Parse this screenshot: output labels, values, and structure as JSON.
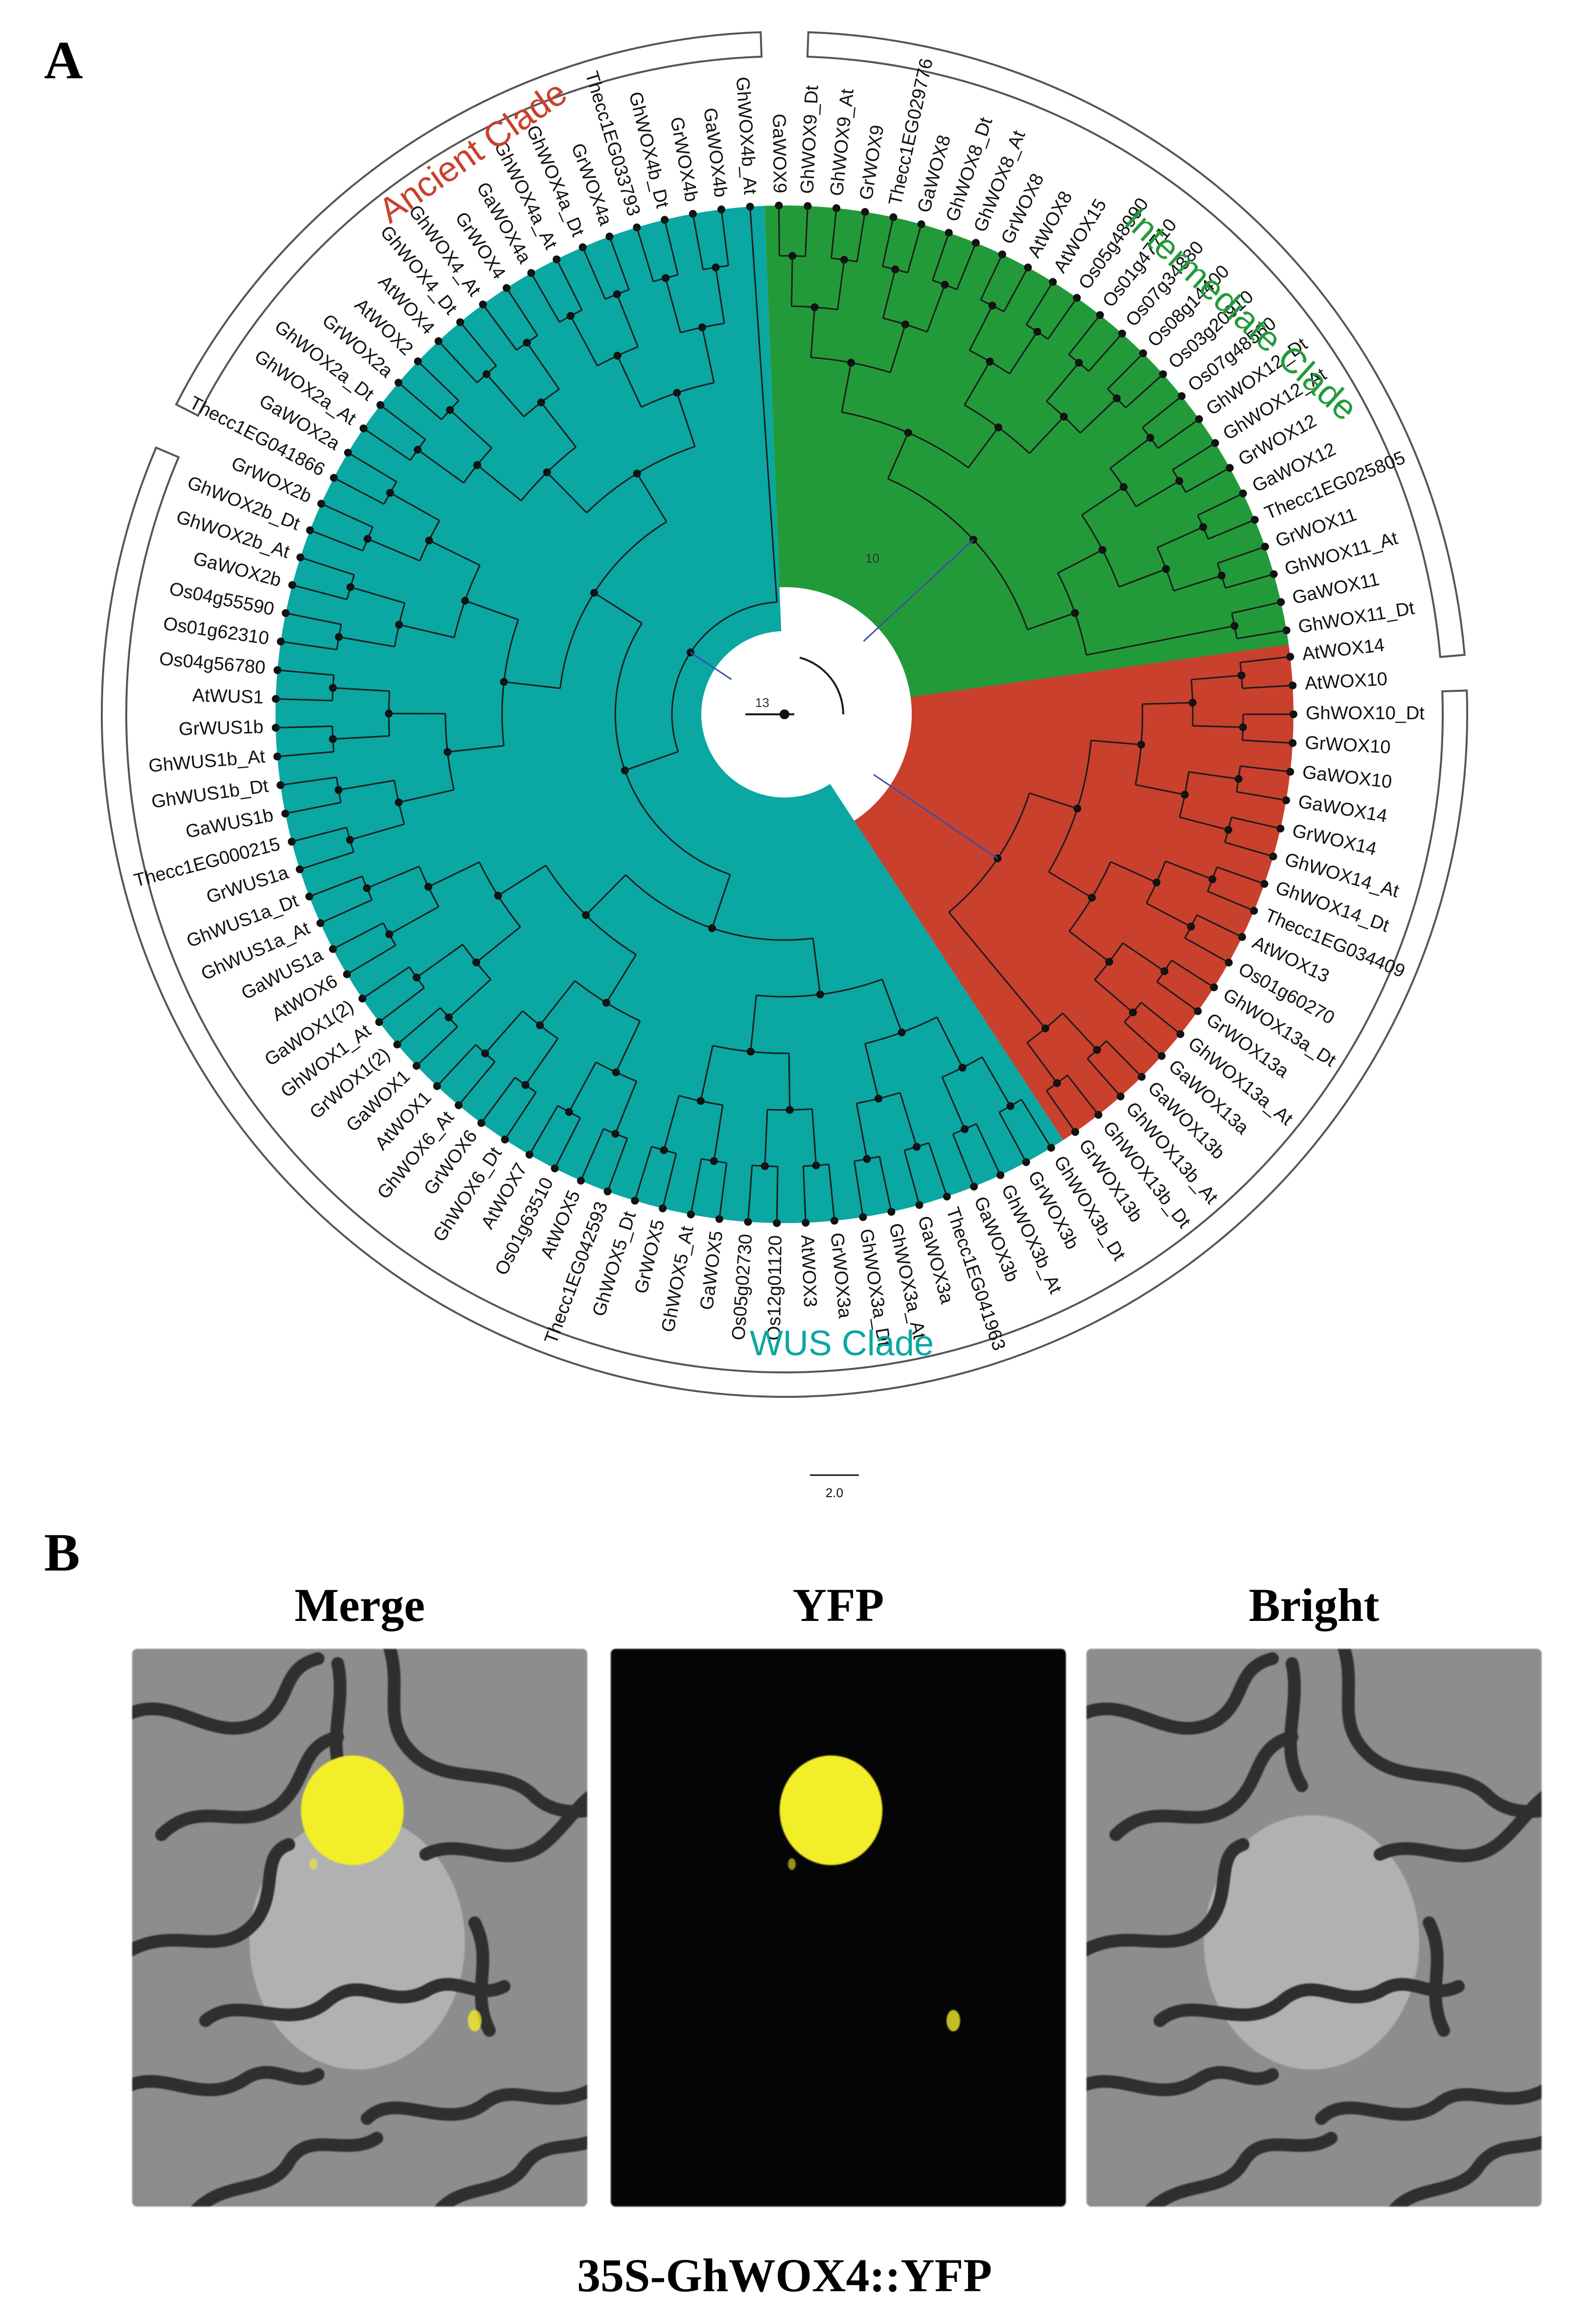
{
  "panel_a": {
    "letter": "A",
    "clades": [
      {
        "name": "Ancient Clade",
        "color": "#c9402d"
      },
      {
        "name": "Intermediate Clade",
        "color": "#239a3a"
      },
      {
        "name": "WUS Clade",
        "color": "#0aa7a3"
      }
    ],
    "root_label": "13",
    "split_label": "10",
    "scale_bar": "2.0",
    "taxa": [
      {
        "name": "AtWOX14",
        "clade": "ancient"
      },
      {
        "name": "AtWOX10",
        "clade": "ancient"
      },
      {
        "name": "GhWOX10_Dt",
        "clade": "ancient"
      },
      {
        "name": "GrWOX10",
        "clade": "ancient"
      },
      {
        "name": "GaWOX10",
        "clade": "ancient"
      },
      {
        "name": "GaWOX14",
        "clade": "ancient"
      },
      {
        "name": "GrWOX14",
        "clade": "ancient"
      },
      {
        "name": "GhWOX14_At",
        "clade": "ancient"
      },
      {
        "name": "GhWOX14_Dt",
        "clade": "ancient"
      },
      {
        "name": "Thecc1EG034409",
        "clade": "ancient"
      },
      {
        "name": "AtWOX13",
        "clade": "ancient"
      },
      {
        "name": "Os01g60270",
        "clade": "ancient"
      },
      {
        "name": "GhWOX13a_Dt",
        "clade": "ancient"
      },
      {
        "name": "GrWOX13a",
        "clade": "ancient"
      },
      {
        "name": "GhWOX13a_At",
        "clade": "ancient"
      },
      {
        "name": "GaWOX13a",
        "clade": "ancient"
      },
      {
        "name": "GaWOX13b",
        "clade": "ancient"
      },
      {
        "name": "GhWOX13b_At",
        "clade": "ancient"
      },
      {
        "name": "GhWOX13b_Dt",
        "clade": "ancient"
      },
      {
        "name": "GrWOX13b",
        "clade": "ancient"
      },
      {
        "name": "GhWOX3b_Dt",
        "clade": "wus"
      },
      {
        "name": "GrWOX3b",
        "clade": "wus"
      },
      {
        "name": "GhWOX3b_At",
        "clade": "wus"
      },
      {
        "name": "GaWOX3b",
        "clade": "wus"
      },
      {
        "name": "Thecc1EG041963",
        "clade": "wus"
      },
      {
        "name": "GaWOX3a",
        "clade": "wus"
      },
      {
        "name": "GhWOX3a_At",
        "clade": "wus"
      },
      {
        "name": "GhWOX3a_Dt",
        "clade": "wus"
      },
      {
        "name": "GrWOX3a",
        "clade": "wus"
      },
      {
        "name": "AtWOX3",
        "clade": "wus"
      },
      {
        "name": "Os12g01120",
        "clade": "wus"
      },
      {
        "name": "Os05g02730",
        "clade": "wus"
      },
      {
        "name": "GaWOX5",
        "clade": "wus"
      },
      {
        "name": "GhWOX5_At",
        "clade": "wus"
      },
      {
        "name": "GrWOX5",
        "clade": "wus"
      },
      {
        "name": "GhWOX5_Dt",
        "clade": "wus"
      },
      {
        "name": "Thecc1EG042593",
        "clade": "wus"
      },
      {
        "name": "AtWOX5",
        "clade": "wus"
      },
      {
        "name": "Os01g63510",
        "clade": "wus"
      },
      {
        "name": "AtWOX7",
        "clade": "wus"
      },
      {
        "name": "GhWOX6_Dt",
        "clade": "wus"
      },
      {
        "name": "GrWOX6",
        "clade": "wus"
      },
      {
        "name": "GhWOX6_At",
        "clade": "wus"
      },
      {
        "name": "AtWOX1",
        "clade": "wus"
      },
      {
        "name": "GaWOX1",
        "clade": "wus"
      },
      {
        "name": "GrWOX1(2)",
        "clade": "wus"
      },
      {
        "name": "GhWOX1_At",
        "clade": "wus"
      },
      {
        "name": "GaWOX1(2)",
        "clade": "wus"
      },
      {
        "name": "AtWOX6",
        "clade": "wus"
      },
      {
        "name": "GaWUS1a",
        "clade": "wus"
      },
      {
        "name": "GhWUS1a_At",
        "clade": "wus"
      },
      {
        "name": "GhWUS1a_Dt",
        "clade": "wus"
      },
      {
        "name": "GrWUS1a",
        "clade": "wus"
      },
      {
        "name": "Thecc1EG000215",
        "clade": "wus"
      },
      {
        "name": "GaWUS1b",
        "clade": "wus"
      },
      {
        "name": "GhWUS1b_Dt",
        "clade": "wus"
      },
      {
        "name": "GhWUS1b_At",
        "clade": "wus"
      },
      {
        "name": "GrWUS1b",
        "clade": "wus"
      },
      {
        "name": "AtWUS1",
        "clade": "wus"
      },
      {
        "name": "Os04g56780",
        "clade": "wus"
      },
      {
        "name": "Os01g62310",
        "clade": "wus"
      },
      {
        "name": "Os04g55590",
        "clade": "wus"
      },
      {
        "name": "GaWOX2b",
        "clade": "wus"
      },
      {
        "name": "GhWOX2b_At",
        "clade": "wus"
      },
      {
        "name": "GhWOX2b_Dt",
        "clade": "wus"
      },
      {
        "name": "GrWOX2b",
        "clade": "wus"
      },
      {
        "name": "Thecc1EG041866",
        "clade": "wus"
      },
      {
        "name": "GaWOX2a",
        "clade": "wus"
      },
      {
        "name": "GhWOX2a_At",
        "clade": "wus"
      },
      {
        "name": "GhWOX2a_Dt",
        "clade": "wus"
      },
      {
        "name": "GrWOX2a",
        "clade": "wus"
      },
      {
        "name": "AtWOX2",
        "clade": "wus"
      },
      {
        "name": "AtWOX4",
        "clade": "wus"
      },
      {
        "name": "GhWOX4_Dt",
        "clade": "wus"
      },
      {
        "name": "GhWOX4_At",
        "clade": "wus"
      },
      {
        "name": "GrWOX4",
        "clade": "wus"
      },
      {
        "name": "GaWOX4a",
        "clade": "wus"
      },
      {
        "name": "GhWOX4a_At",
        "clade": "wus"
      },
      {
        "name": "GhWOX4a_Dt",
        "clade": "wus"
      },
      {
        "name": "GrWOX4a",
        "clade": "wus"
      },
      {
        "name": "Thecc1EG033793",
        "clade": "wus"
      },
      {
        "name": "GhWOX4b_Dt",
        "clade": "wus"
      },
      {
        "name": "GrWOX4b",
        "clade": "wus"
      },
      {
        "name": "GaWOX4b",
        "clade": "wus"
      },
      {
        "name": "GhWOX4b_At",
        "clade": "wus"
      },
      {
        "name": "GaWOX9",
        "clade": "intermediate"
      },
      {
        "name": "GhWOX9_Dt",
        "clade": "intermediate"
      },
      {
        "name": "GhWOX9_At",
        "clade": "intermediate"
      },
      {
        "name": "GrWOX9",
        "clade": "intermediate"
      },
      {
        "name": "Thecc1EG029776",
        "clade": "intermediate"
      },
      {
        "name": "GaWOX8",
        "clade": "intermediate"
      },
      {
        "name": "GhWOX8_Dt",
        "clade": "intermediate"
      },
      {
        "name": "GhWOX8_At",
        "clade": "intermediate"
      },
      {
        "name": "GrWOX8",
        "clade": "intermediate"
      },
      {
        "name": "AtWOX8",
        "clade": "intermediate"
      },
      {
        "name": "AtWOX15",
        "clade": "intermediate"
      },
      {
        "name": "Os05g48990",
        "clade": "intermediate"
      },
      {
        "name": "Os01g47710",
        "clade": "intermediate"
      },
      {
        "name": "Os07g34880",
        "clade": "intermediate"
      },
      {
        "name": "Os08g14400",
        "clade": "intermediate"
      },
      {
        "name": "Os03g20910",
        "clade": "intermediate"
      },
      {
        "name": "Os07g48560",
        "clade": "intermediate"
      },
      {
        "name": "GhWOX12_Dt",
        "clade": "intermediate"
      },
      {
        "name": "GhWOX12_At",
        "clade": "intermediate"
      },
      {
        "name": "GrWOX12",
        "clade": "intermediate"
      },
      {
        "name": "GaWOX12",
        "clade": "intermediate"
      },
      {
        "name": "Thecc1EG025805",
        "clade": "intermediate"
      },
      {
        "name": "GrWOX11",
        "clade": "intermediate"
      },
      {
        "name": "GhWOX11_At",
        "clade": "intermediate"
      },
      {
        "name": "GaWOX11",
        "clade": "intermediate"
      },
      {
        "name": "GhWOX11_Dt",
        "clade": "intermediate"
      }
    ]
  },
  "panel_b": {
    "letter": "B",
    "panels": [
      {
        "title": "Merge",
        "type": "merge"
      },
      {
        "title": "YFP",
        "type": "yfp"
      },
      {
        "title": "Bright",
        "type": "bright"
      }
    ],
    "construct": "35S-GhWOX4::YFP",
    "colors": {
      "yfp": "#f2ee2a",
      "dark": "#050505",
      "cell_wall": "#2f2f2f",
      "cell_bg": "#8d8d8d"
    }
  }
}
